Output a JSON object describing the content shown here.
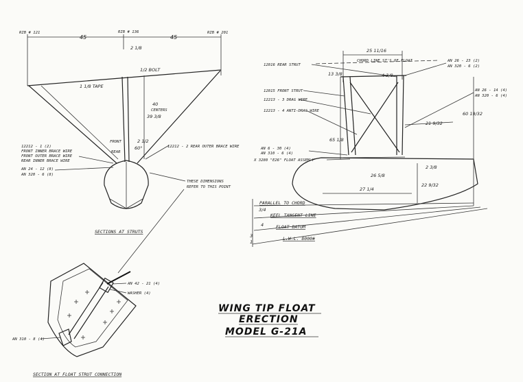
{
  "title": {
    "line1": "WING TIP FLOAT",
    "line2": "ERECTION",
    "line3": "MODEL  G-21A"
  },
  "left_view": {
    "rib_left": "RIB # 121",
    "rib_center": "RIB # 136",
    "rib_right": "RIB # 201",
    "dim_left": "45",
    "dim_right": "45",
    "dim_top": "2 1/8",
    "bolt": "1/2 BOLT",
    "taper": "1 1/8 TAPE",
    "dim_40": "40",
    "dim_40_label": "CENTERS",
    "dim_39": "39 3/8",
    "front": "FRONT",
    "rear": "REAR",
    "angle": "60°",
    "dim_small": "2 1/2",
    "callout_1_line1": "12212 - 1   (2)",
    "callout_1_line2": "FRONT INNER BRACE WIRE",
    "callout_1_line3": "FRONT OUTER BRACE WIRE",
    "callout_1_line4": "REAR INNER BRACE WIRE",
    "callout_2_line1": "AN 24 - 12   (8)",
    "callout_2_line2": "AN 320 - 6   (8)",
    "callout_3": "12212 - 2  REAR OUTER BRACE WIRE",
    "note_line1": "THESE DIMENSIONS",
    "note_line2": "REFER TO THIS POINT",
    "caption": "SECTIONS  AT  STRUTS"
  },
  "right_view": {
    "dim_top": "25 11/16",
    "rear_strut": "12816  REAR STRUT",
    "chord_line": "CHORD LINE ST'S OF FLOAT",
    "front_strut": "12815  FRONT STRUT",
    "drag_wire": "12213 - 3  DRAG WIRE",
    "anti_drag_wire": "12213 - 4  ANTI-DRAG WIRE",
    "an26_23": "AN 26 - 23   (2)",
    "an320_6_a": "AN 320 - 6   (2)",
    "an26_14": "AN 26 - 14   (4)",
    "an320_6_b": "AN 320 - 6   (4)",
    "an6_30": "AN 6 - 30   (4)",
    "an310_6": "AN 310 - 6   (4)",
    "float_assy": "X 3280 \"E26\" FLOAT ASSEM'Y",
    "dim_18": "13 3/8",
    "dim_4_3_8": "4 3/8",
    "dim_65": "65 1/8",
    "dim_21": "21 9/32",
    "dim_60": "60 19/32",
    "dim_26": "26 5/8",
    "dim_27": "27 1/4",
    "dim_22": "22 9/32",
    "dim_2_8": "2 3/8",
    "parallel": "PARALLEL TO CHORD",
    "keel": "KEEL TANGENT LINE",
    "float_datum": "FLOAT DATUM",
    "lwl": "L.W.L. 8000#",
    "dim_3_4": "3/4",
    "dim_4": "4",
    "dim_3": "3",
    "dim_1": "1"
  },
  "detail_view": {
    "an42_21": "AN 42 - 21   (4)",
    "washer": "WASHER   (4)",
    "an310": "AN 310 - 8   (4)",
    "caption": "SECTION  AT  FLOAT  STRUT  CONNECTION"
  }
}
